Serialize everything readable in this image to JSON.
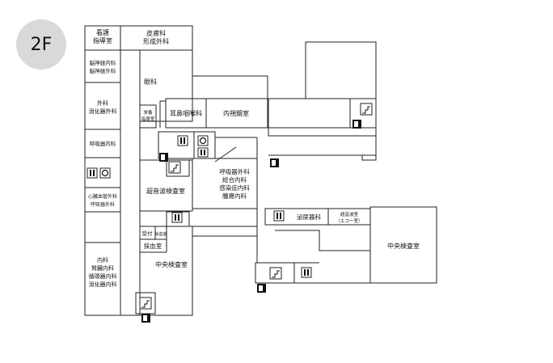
{
  "floor_label": "2F",
  "rooms": {
    "nurse_station": [
      "看護",
      "指導室"
    ],
    "dermatology": [
      "皮膚科",
      "形成外科"
    ],
    "neuro": [
      "脳神経内科",
      "脳神経外科"
    ],
    "surgery": [
      "外科",
      "消化器外科"
    ],
    "respiratory_med": "呼吸器内科",
    "cardio": [
      "心臓血管外科",
      "呼吸器外科"
    ],
    "internal": [
      "内科",
      "腎臓内科",
      "循環器内科",
      "消化器内科"
    ],
    "ophthalmology": "眼科",
    "nutrition": [
      "栄養",
      "指導室"
    ],
    "ent": "耳鼻咽喉科",
    "endoscopy": "内視鏡室",
    "ultrasound": "超音波検査室",
    "multi": [
      "呼吸器外科",
      "総合内科",
      "感染症内科",
      "腫瘍内科"
    ],
    "reception": "受付",
    "lab_room": "採血室",
    "blood_draw": "採血室",
    "central_lab_small": "中央検査室",
    "urology": "泌尿器科",
    "echo": [
      "超音波室",
      "（エコー室）"
    ],
    "central_lab": "中央検査室"
  },
  "icons": [
    "toilet-icon",
    "accessible-toilet-icon",
    "stairs-icon",
    "emergency-exit-icon"
  ]
}
